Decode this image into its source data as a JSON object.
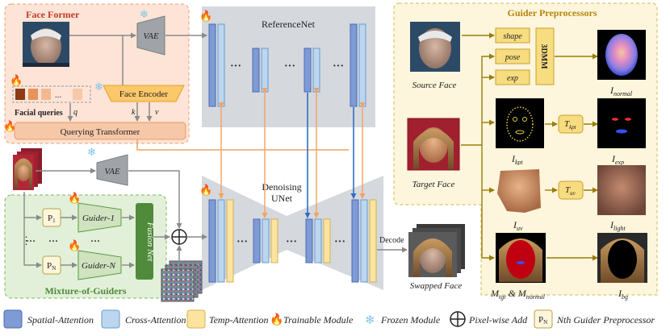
{
  "face_former": {
    "title": "Face Former",
    "vae": "VAE",
    "face_encoder": "Face Encoder",
    "facial_queries": "Facial queries",
    "dots": "...",
    "q": "q",
    "k": "k",
    "v": "v",
    "querying_transformer": "Querying Transformer"
  },
  "reference_net": {
    "label": "ReferenceNet",
    "dots": "···"
  },
  "denoising_unet": {
    "label_line1": "Denoising",
    "label_line2": "UNet",
    "dots": "···"
  },
  "mixture": {
    "title": "Mixture-of-Guiders",
    "vae": "VAE",
    "p1": "P",
    "p1_sub": "1",
    "pn": "P",
    "pn_sub": "N",
    "guider_1": "Guider-1",
    "guider_n": "Guider-N",
    "fusion_net": "Fusion Net",
    "dots": "···",
    "vdots": "⋮"
  },
  "decode": "Decode",
  "swapped_face": "Swapped Face",
  "guider_preprocessors": {
    "title": "Guider Preprocessors",
    "source_face": "Source Face",
    "target_face": "Target Face",
    "shape": "shape",
    "pose": "pose",
    "exp": "exp",
    "tdmm": "3DMM",
    "t_kpt": "T",
    "t_kpt_sub": "kpt",
    "t_uv": "T",
    "t_uv_sub": "uv",
    "i_normal": "I",
    "i_normal_sub": "normal",
    "i_kpt": "I",
    "i_kpt_sub": "kpt",
    "i_exp": "I",
    "i_exp_sub": "exp",
    "i_uv": "I",
    "i_uv_sub": "uv",
    "i_light": "I",
    "i_light_sub": "light",
    "m_tgt": "M",
    "m_tgt_sub": "tgt",
    "m_amp": " & ",
    "m_normal": "M",
    "m_normal_sub": "normal",
    "i_bg": "I",
    "i_bg_sub": "bg"
  },
  "legend": {
    "spatial": "Spatial-Attention",
    "cross": "Cross-Attention",
    "temp": "Temp-Attention",
    "trainable": "Trainable Module",
    "frozen": "Frozen Module",
    "pixel_add": "Pixel-wise Add",
    "pn_letter": "P",
    "pn_sub": "N",
    "pn_desc": "Nth Guider Preprocessor"
  },
  "colors": {
    "spatial": "#7f9bd6",
    "cross": "#bcd6f0",
    "temp": "#fbe4a0",
    "face_former_bg": "#fde4d6",
    "mixture_bg": "#e2f0d9",
    "preproc_bg": "#fdf6dc",
    "unet_gray": "#d5d8dd",
    "trainable": "#e8702a",
    "frozen": "#7fc4ea",
    "fusion": "#4f8b3b",
    "querying": "#f6c8a8",
    "arrow_orange": "#f4a261",
    "arrow_blue": "#2e6fc0",
    "arrow_olive": "#9a7d0a"
  },
  "icons": [
    "fire-icon",
    "snowflake-icon",
    "pixel-add-icon"
  ]
}
